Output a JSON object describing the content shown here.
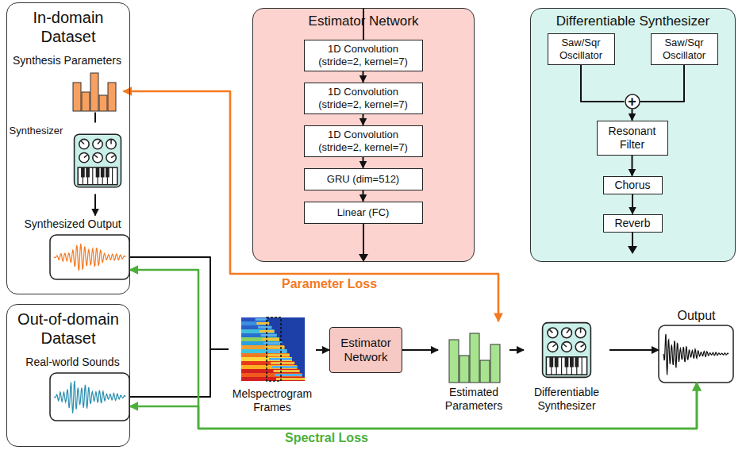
{
  "diagram": {
    "nodes": [
      {
        "text": [
          "In-domain Dataset"
        ]
      },
      {
        "text": [
          "Synthesis Parameters"
        ],
        "in": 0
      },
      {
        "text": [
          "Synthesizer"
        ],
        "in": 0
      },
      {
        "text": [
          "Synthesized Output"
        ],
        "in": 0
      },
      {
        "text": [
          "Out-of-domain Dataset"
        ]
      },
      {
        "text": [
          "Real-world Sounds"
        ],
        "in": 4
      },
      {
        "text": [
          "Estimator Network"
        ]
      },
      {
        "text": [
          "1D Convolution (stride=2, kernel=7)"
        ],
        "in": 6
      },
      {
        "text": [
          "1D Convolution (stride=2, kernel=7)"
        ],
        "in": 6
      },
      {
        "text": [
          "1D Convolution (stride=2, kernel=7)"
        ],
        "in": 6
      },
      {
        "text": [
          "GRU (dim=512)"
        ],
        "in": 6
      },
      {
        "text": [
          "Linear (FC)"
        ],
        "in": 6
      },
      {
        "text": [
          "Differentiable Synthesizer"
        ]
      },
      {
        "text": [
          "Saw/Sqr Oscillator"
        ],
        "in": 12
      },
      {
        "text": [
          "Saw/Sqr Oscillator"
        ],
        "in": 12
      },
      {
        "text": [
          "+"
        ],
        "in": 12
      },
      {
        "text": [
          "Resonant Filter"
        ],
        "in": 12
      },
      {
        "text": [
          "Chorus"
        ],
        "in": 12
      },
      {
        "text": [
          "Reverb"
        ],
        "in": 12
      },
      {
        "text": [
          "Melspectrogram Frames"
        ]
      },
      {
        "text": [
          "Estimator Network"
        ]
      },
      {
        "text": [
          "Estimated Parameters"
        ]
      },
      {
        "text": [
          "Differentiable Synthesizer"
        ]
      },
      {
        "text": [
          "Output"
        ]
      }
    ],
    "edges": [
      {
        "from": 1,
        "to": 2,
        "arrow": "none"
      },
      {
        "from": 2,
        "to": 3,
        "arrow": "to"
      },
      {
        "from": 3,
        "to": 19,
        "arrow": "none"
      },
      {
        "from": 5,
        "to": 19,
        "arrow": "none"
      },
      {
        "from": 19,
        "to": 20,
        "arrow": "to"
      },
      {
        "from": 20,
        "to": 21,
        "arrow": "to"
      },
      {
        "from": 21,
        "to": 22,
        "arrow": "to"
      },
      {
        "from": 22,
        "to": 23,
        "arrow": "to"
      },
      {
        "from": 21,
        "to": 1,
        "label": "Parameter Loss",
        "arrow": "both"
      },
      {
        "from": 23,
        "to": 3,
        "arrow": "both"
      },
      {
        "from": 23,
        "to": 5,
        "label": "Spectral Loss",
        "arrow": "both"
      },
      {
        "from": 7,
        "to": 8,
        "arrow": "to"
      },
      {
        "from": 8,
        "to": 9,
        "arrow": "to"
      },
      {
        "from": 9,
        "to": 10,
        "arrow": "to"
      },
      {
        "from": 10,
        "to": 11,
        "arrow": "to"
      },
      {
        "from": 13,
        "to": 15,
        "arrow": "none"
      },
      {
        "from": 14,
        "to": 15,
        "arrow": "none"
      },
      {
        "from": 15,
        "to": 16,
        "arrow": "to"
      },
      {
        "from": 16,
        "to": 17,
        "arrow": "to"
      },
      {
        "from": 17,
        "to": 18,
        "arrow": "to"
      }
    ]
  }
}
